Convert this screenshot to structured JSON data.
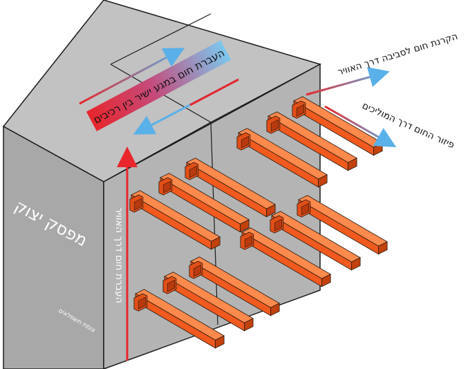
{
  "labels": {
    "breaker_name": "מפסק יצוק",
    "brand_small": "צומת חשמלאים",
    "conduction_between_components": "העברת חום במגע ישיר בין רכיבים",
    "radiation_to_air": "הקרנת חום לסביבה דרך האוויר",
    "conduction_through_conductors": "פיזור החום דרך המוליכים",
    "vertical_note": "העברת חום דרך האוויר"
  },
  "colors": {
    "box_front": "#a9a9a9",
    "box_side": "#b3b3b3",
    "box_top": "#c0c0c0",
    "busbar": "#f05a1e",
    "arrow_red": "#e8262b",
    "arrow_blue": "#5ab0e8"
  }
}
